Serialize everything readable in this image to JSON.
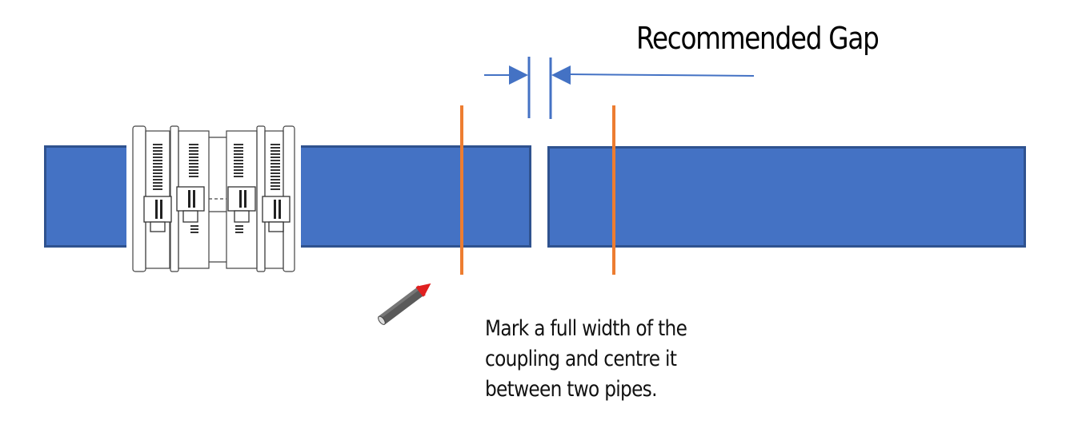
{
  "diagram": {
    "title": "Recommended Gap",
    "instruction_lines": [
      "Mark a full width of the",
      "coupling and centre it",
      "between two pipes."
    ],
    "components": {
      "left_pipe": "pipe",
      "right_pipe": "pipe",
      "coupling": "pipe coupling (installed on left pipe)",
      "marker": "marker pencil",
      "gap_indicator": "dimension arrows showing gap between pipes",
      "marking_lines": "coupling width marks"
    },
    "colors": {
      "pipe_fill": "#4472c4",
      "pipe_border": "#2f528f",
      "mark_line": "#ed7d31",
      "dimension_arrow": "#4472c4",
      "pencil_tip": "#e02020",
      "pencil_body": "#5a5a5a"
    }
  }
}
